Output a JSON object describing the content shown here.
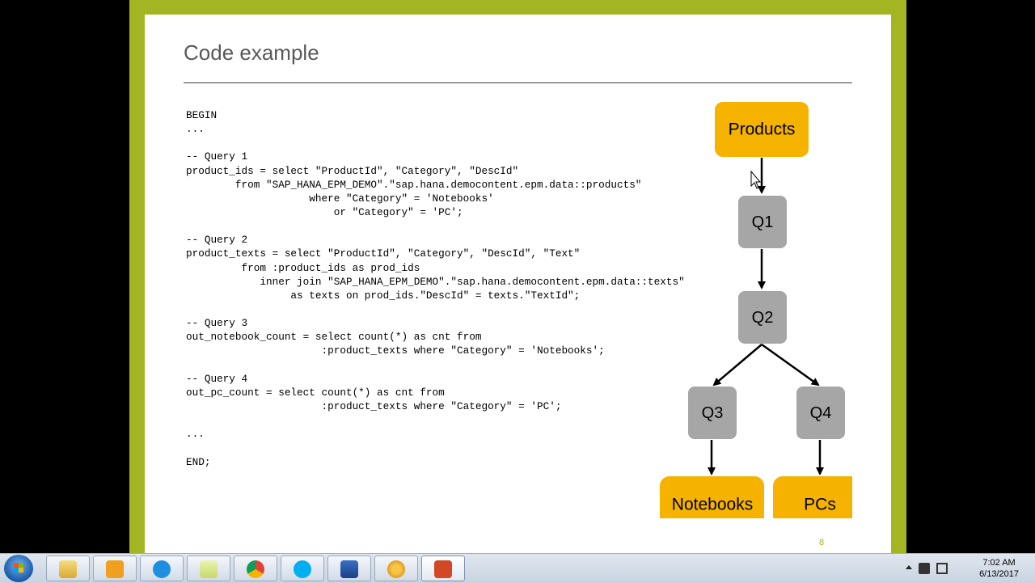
{
  "slide": {
    "title": "Code example",
    "page_number": "8",
    "code_lines": [
      "BEGIN",
      "...",
      "",
      "-- Query 1",
      "product_ids = select \"ProductId\", \"Category\", \"DescId\"",
      "        from \"SAP_HANA_EPM_DEMO\".\"sap.hana.democontent.epm.data::products\"",
      "                    where \"Category\" = 'Notebooks'",
      "                        or \"Category\" = 'PC';",
      "",
      "-- Query 2",
      "product_texts = select \"ProductId\", \"Category\", \"DescId\", \"Text\"",
      "         from :product_ids as prod_ids",
      "            inner join \"SAP_HANA_EPM_DEMO\".\"sap.hana.democontent.epm.data::texts\"",
      "                 as texts on prod_ids.\"DescId\" = texts.\"TextId\";",
      "",
      "-- Query 3",
      "out_notebook_count = select count(*) as cnt from",
      "                      :product_texts where \"Category\" = 'Notebooks';",
      "",
      "-- Query 4",
      "out_pc_count = select count(*) as cnt from",
      "                      :product_texts where \"Category\" = 'PC';",
      "",
      "...",
      "",
      "END;"
    ]
  },
  "diagram": {
    "nodes": {
      "products": "Products",
      "q1": "Q1",
      "q2": "Q2",
      "q3": "Q3",
      "q4": "Q4",
      "notebooks": "Notebooks",
      "pcs": "PCs"
    },
    "colors": {
      "output": "#f5b300",
      "query": "#a6a6a6"
    }
  },
  "taskbar": {
    "apps": [
      "explorer-icon",
      "outlook-icon",
      "internet-explorer-icon",
      "folder-icon",
      "chrome-icon",
      "skype-icon",
      "remote-desktop-icon",
      "settings-flower-icon",
      "powerpoint-icon"
    ],
    "time": "7:02 AM",
    "date": "6/13/2017"
  }
}
